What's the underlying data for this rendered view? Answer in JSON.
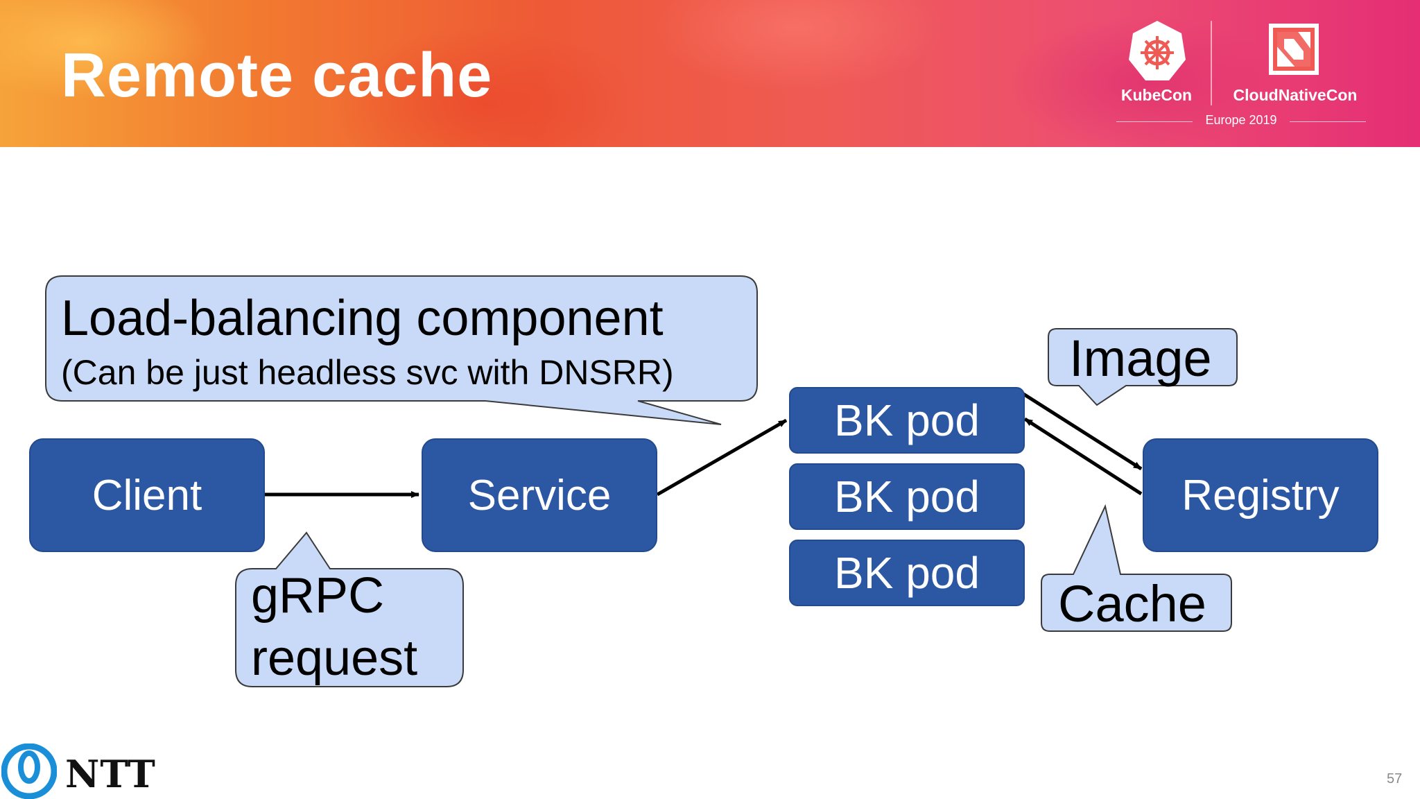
{
  "slide": {
    "title": "Remote cache",
    "page_number": "57"
  },
  "event": {
    "kubecon": "KubeCon",
    "cloudnativecon": "CloudNativeCon",
    "edition": "Europe 2019"
  },
  "diagram": {
    "nodes": {
      "client": "Client",
      "service": "Service",
      "bk_pods": [
        "BK pod",
        "BK pod",
        "BK pod"
      ],
      "registry": "Registry"
    },
    "callouts": {
      "load_balancing_title": "Load-balancing component",
      "load_balancing_note": "(Can be just headless svc with DNSRR)",
      "grpc_line1": "gRPC",
      "grpc_line2": "request",
      "image": "Image",
      "cache": "Cache"
    }
  },
  "footer": {
    "brand": "NTT"
  },
  "colors": {
    "node_fill": "#2b57a3",
    "callout_fill": "#c9daf8",
    "arrow": "#000000"
  },
  "icons": [
    "kubecon-helm-icon",
    "cncf-icon",
    "ntt-logo-icon"
  ]
}
